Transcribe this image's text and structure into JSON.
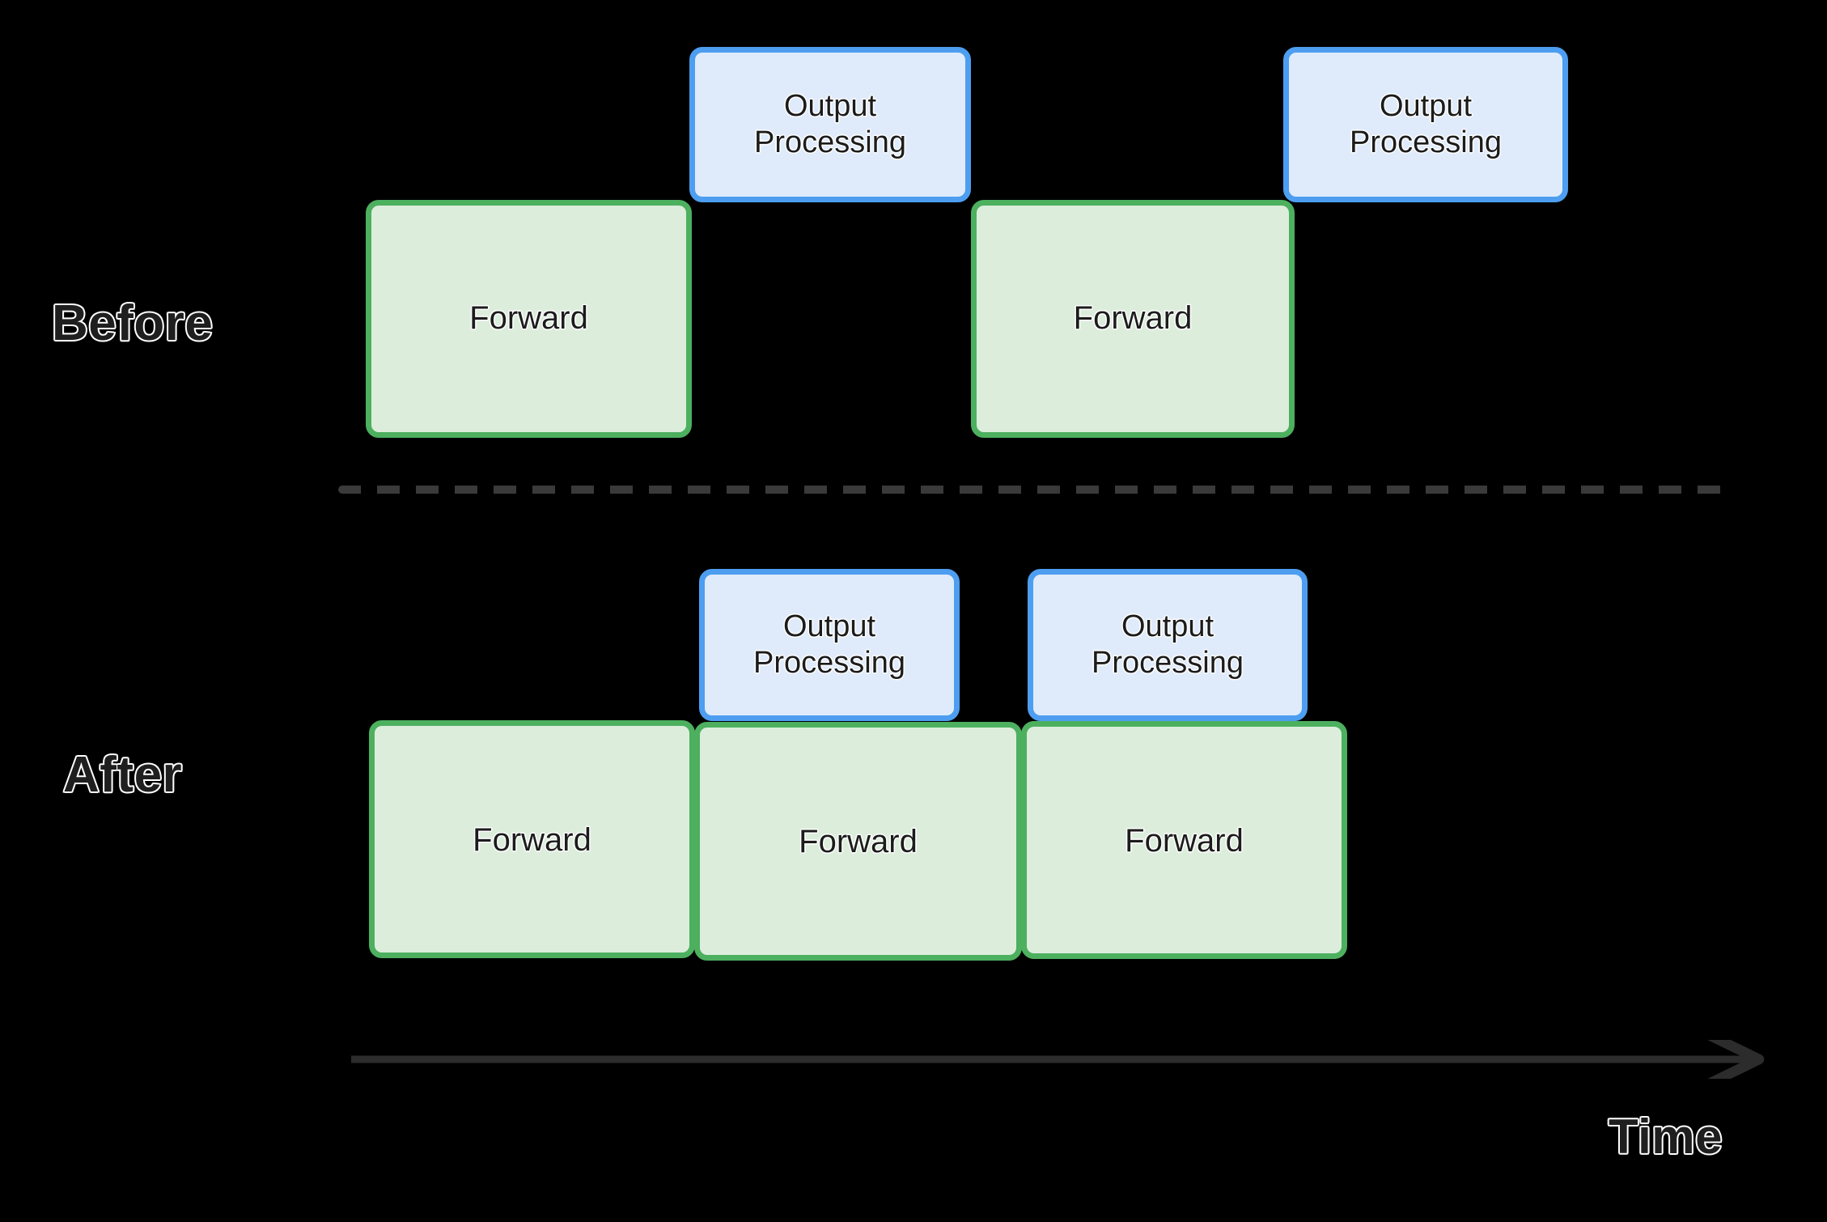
{
  "diagram": {
    "title_absent": true,
    "background_color": "#000000",
    "colors": {
      "forward_fill": "#dceddc",
      "forward_border": "#4cb05f",
      "output_fill": "#dfebfb",
      "output_border": "#4d9ef0",
      "divider": "#3a3a3a",
      "axis": "#2a2a2a",
      "label_text": "#1f1f1f",
      "label_outline": "#ffffff"
    },
    "rows": [
      {
        "label": "Before",
        "blocks": [
          {
            "kind": "forward",
            "label": "Forward"
          },
          {
            "kind": "output",
            "label": "Output\nProcessing"
          },
          {
            "kind": "forward",
            "label": "Forward"
          },
          {
            "kind": "output",
            "label": "Output\nProcessing"
          }
        ]
      },
      {
        "label": "After",
        "blocks": [
          {
            "kind": "forward",
            "label": "Forward"
          },
          {
            "kind": "output",
            "label": "Output\nProcessing"
          },
          {
            "kind": "forward",
            "label": "Forward"
          },
          {
            "kind": "output",
            "label": "Output\nProcessing"
          },
          {
            "kind": "forward",
            "label": "Forward"
          }
        ]
      }
    ],
    "axis": {
      "label": "Time",
      "direction": "left-to-right"
    }
  }
}
